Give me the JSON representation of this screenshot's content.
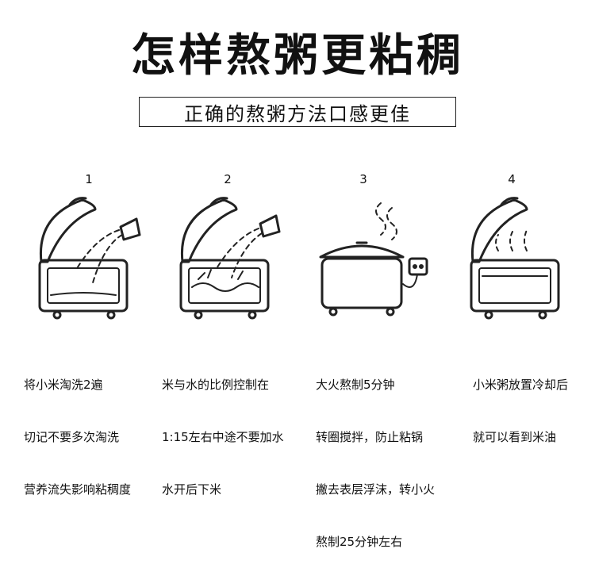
{
  "title": "怎样熬粥更粘稠",
  "subtitle": "正确的熬粥方法口感更佳",
  "steps": [
    {
      "number": "1",
      "lines": [
        "将小米淘洗2遍",
        "切记不要多次淘洗",
        "营养流失影响粘稠度"
      ]
    },
    {
      "number": "2",
      "lines": [
        "米与水的比例控制在",
        "1:15左右中途不要加水",
        "水开后下米"
      ]
    },
    {
      "number": "3",
      "lines": [
        "大火熬制5分钟",
        "转圈搅拌，防止粘锅",
        "撇去表层浮沫，转小火",
        "熬制25分钟左右"
      ]
    },
    {
      "number": "4",
      "lines": [
        "小米粥放置冷却后",
        "就可以看到米油"
      ]
    }
  ]
}
